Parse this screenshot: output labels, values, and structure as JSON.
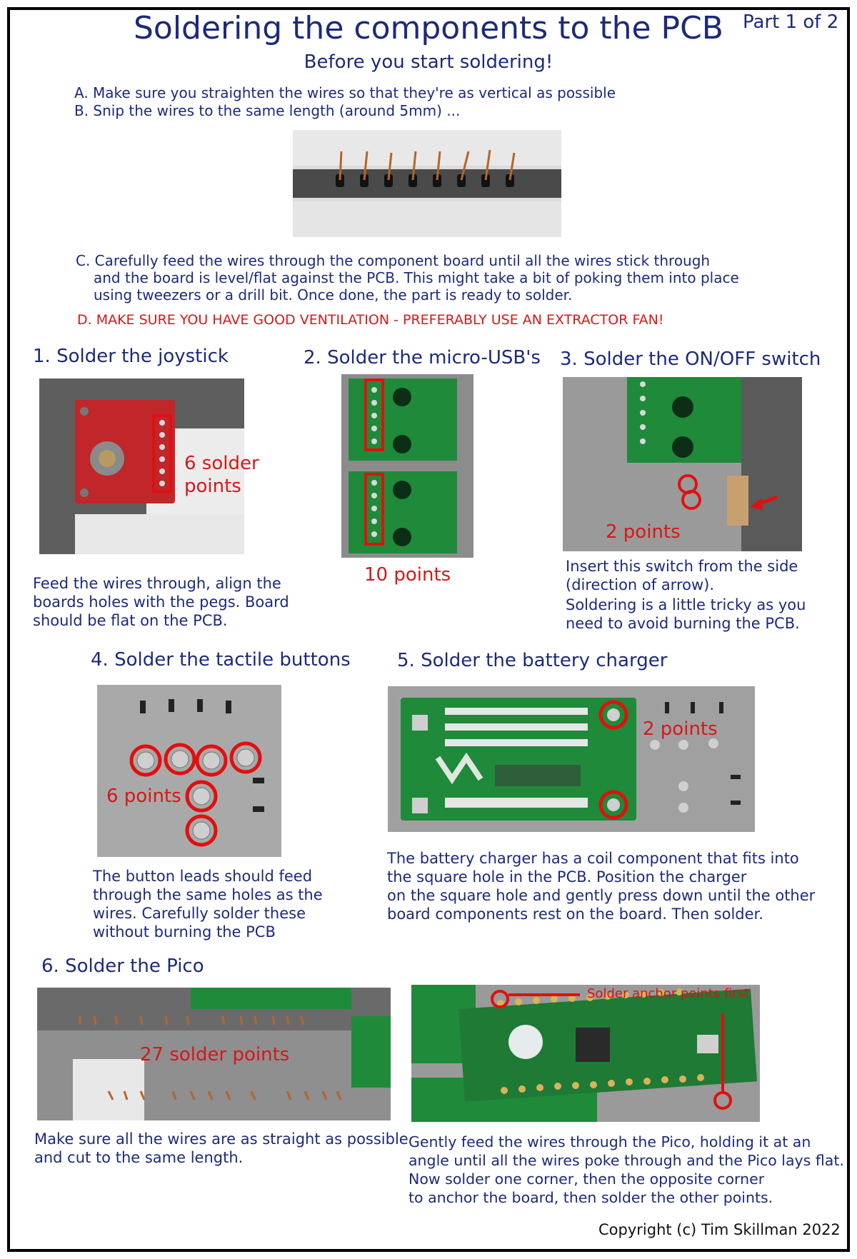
{
  "header": {
    "title": "Soldering the components to the PCB",
    "part": "Part 1 of 2",
    "subtitle": "Before you start soldering!"
  },
  "prep": {
    "step_a": "A. Make sure you straighten the wires so that they're as vertical as possible",
    "step_b": "B. Snip the wires to the same length (around 5mm) ...",
    "step_c_1": "C. Carefully feed the wires through the component board until all the wires stick through",
    "step_c_2": "and the board is level/flat against the PCB.  This might take a bit of poking them into place",
    "step_c_3": "using tweezers or a drill bit.  Once done, the part is ready to solder.",
    "step_d": "D. MAKE SURE YOU HAVE GOOD VENTILATION - PREFERABLY USE AN EXTRACTOR FAN!"
  },
  "sections": {
    "joystick": {
      "heading": "1. Solder the joystick",
      "label_1": "6 solder",
      "label_2": "points",
      "desc_1": "Feed the wires through, align the",
      "desc_2": "boards holes with the pegs.  Board",
      "desc_3": "should be flat on the PCB."
    },
    "usb": {
      "heading": "2. Solder the micro-USB's",
      "label": "10 points"
    },
    "switch": {
      "heading": "3. Solder the ON/OFF switch",
      "label": "2 points",
      "desc_1": "Insert this switch from the side",
      "desc_2": "(direction of arrow).",
      "desc_3": "Soldering is a little tricky as you",
      "desc_4": "need to avoid burning the PCB."
    },
    "buttons": {
      "heading": "4. Solder the tactile buttons",
      "label": "6 points",
      "desc_1": "The button leads should feed",
      "desc_2": "through the same holes as the",
      "desc_3": "wires. Carefully solder these",
      "desc_4": "without burning the PCB"
    },
    "charger": {
      "heading": "5. Solder the battery charger",
      "label": "2 points",
      "desc_1": "The battery charger has a coil component that fits into",
      "desc_2": "the square hole in the PCB. Position the charger",
      "desc_3": "on the square hole and gently press down until the other",
      "desc_4": "board components rest on the board.  Then solder."
    },
    "pico": {
      "heading": "6. Solder the Pico",
      "label": "27 solder points",
      "anchor_label": "Solder anchor points first",
      "left_desc_1": "Make sure all the wires are as straight as possible",
      "left_desc_2": "and cut to the same length.",
      "right_desc_1": "Gently feed the wires through the Pico, holding it at an",
      "right_desc_2": "angle until all the wires poke through and the Pico lays flat.",
      "right_desc_3": "Now solder one corner, then the opposite corner",
      "right_desc_4": "to anchor the board, then solder the other points."
    }
  },
  "footer": {
    "copyright": "Copyright (c) Tim Skillman 2022"
  },
  "colors": {
    "heading": "#1c2a7a",
    "warning": "#d61818",
    "highlight": "#e01010",
    "pcb_green": "#1f8a3a",
    "pcb_red": "#c0262a"
  }
}
